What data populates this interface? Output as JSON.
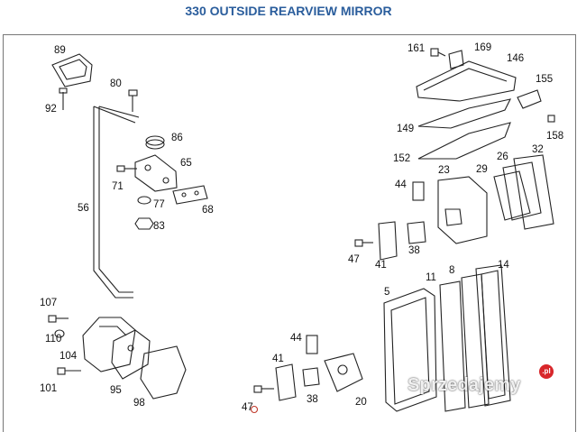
{
  "header": {
    "title": "330 OUTSIDE REARVIEW MIRROR"
  },
  "callouts": [
    "89",
    "92",
    "80",
    "86",
    "65",
    "71",
    "77",
    "56",
    "68",
    "83",
    "107",
    "110",
    "104",
    "101",
    "95",
    "98",
    "161",
    "169",
    "146",
    "155",
    "149",
    "158",
    "152",
    "23",
    "26",
    "32",
    "29",
    "44",
    "47",
    "41",
    "38",
    "11",
    "8",
    "14",
    "5",
    "44",
    "41",
    "38",
    "20",
    "47"
  ],
  "watermark": {
    "brand": "Sprzedajemy",
    "badge": ".pl"
  },
  "colors": {
    "title": "#2a5d9c",
    "frame": "#777777",
    "line": "#222222",
    "badge": "#d8262a"
  }
}
